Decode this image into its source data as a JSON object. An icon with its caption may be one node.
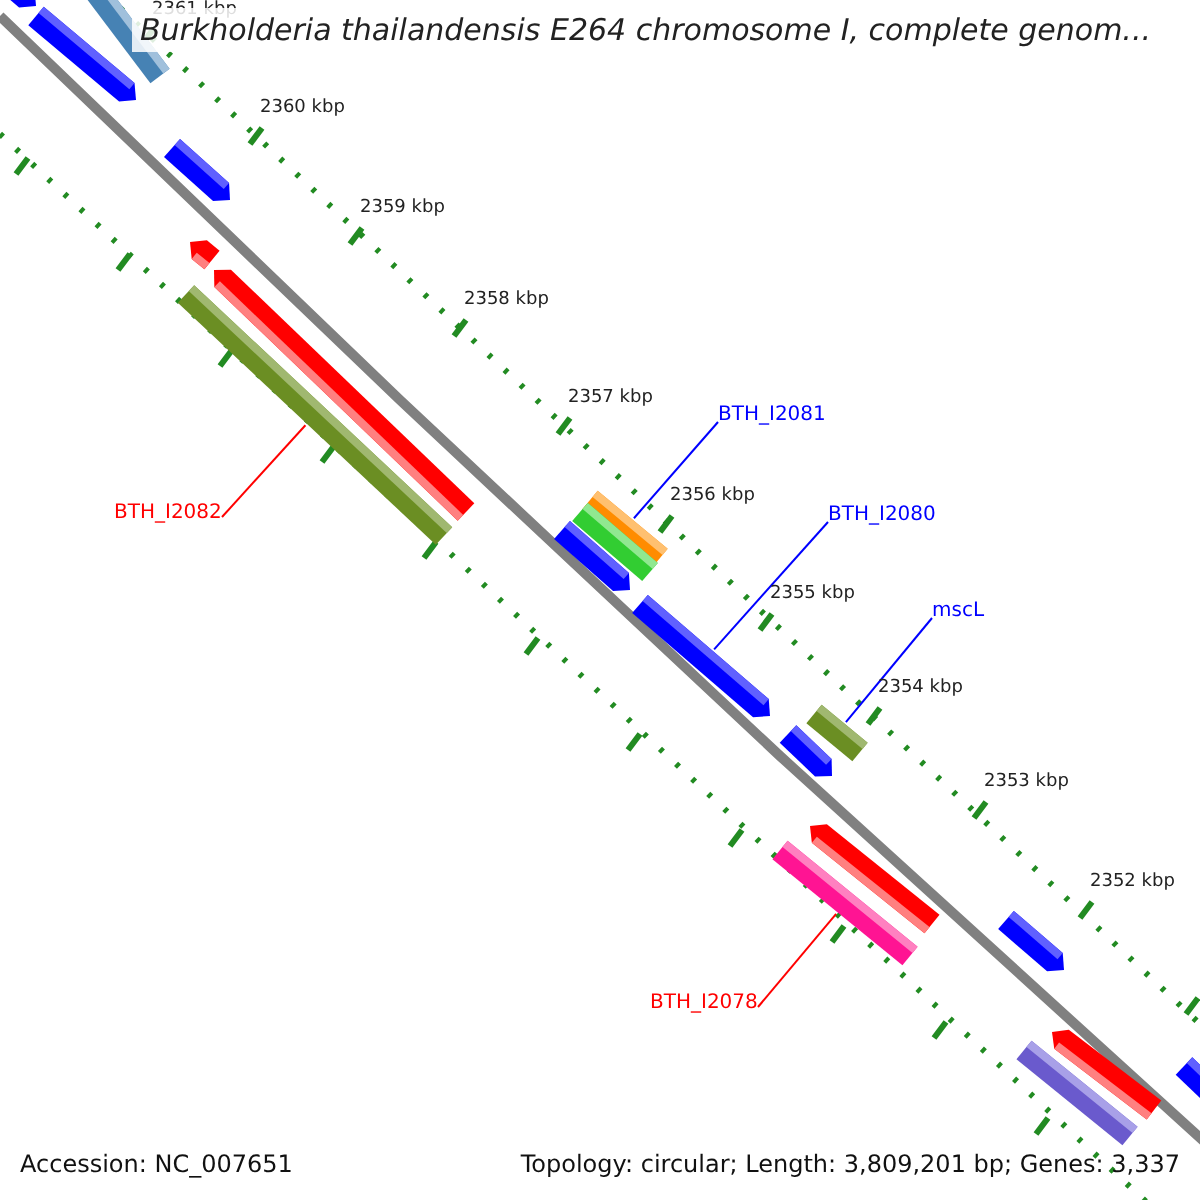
{
  "diagram": {
    "title": "Burkholderia thailandensis E264 chromosome I, complete genom...",
    "nodes": [
      {
        "text": [
          "BTH_I2081"
        ]
      },
      {
        "text": [],
        "shape": "bar"
      },
      {
        "text": [
          "BTH_I2080"
        ]
      },
      {
        "text": [],
        "shape": "bar"
      },
      {
        "text": [
          "mscL"
        ]
      },
      {
        "text": [],
        "shape": "bar"
      },
      {
        "text": [
          "BTH_I2082"
        ]
      },
      {
        "text": [],
        "shape": "bar"
      },
      {
        "text": [
          "BTH_I2078"
        ]
      },
      {
        "text": [],
        "shape": "bar"
      }
    ],
    "edges": [
      {
        "from": 0,
        "to": 1,
        "arrow": "none"
      },
      {
        "from": 2,
        "to": 3,
        "arrow": "none"
      },
      {
        "from": 4,
        "to": 5,
        "arrow": "none"
      },
      {
        "from": 6,
        "to": 7,
        "arrow": "none",
        "color": "#ff0000"
      },
      {
        "from": 8,
        "to": 9,
        "arrow": "none",
        "color": "#ff0000"
      }
    ],
    "labels": [
      "2361 kbp",
      "2360 kbp",
      "2359 kbp",
      "2358 kbp",
      "2357 kbp",
      "2356 kbp",
      "2355 kbp",
      "2354 kbp",
      "2353 kbp",
      "2352 kbp",
      "Accession: NC_007651",
      "Topology: circular; Length: 3,809,201 bp; Genes: 3,337"
    ]
  }
}
